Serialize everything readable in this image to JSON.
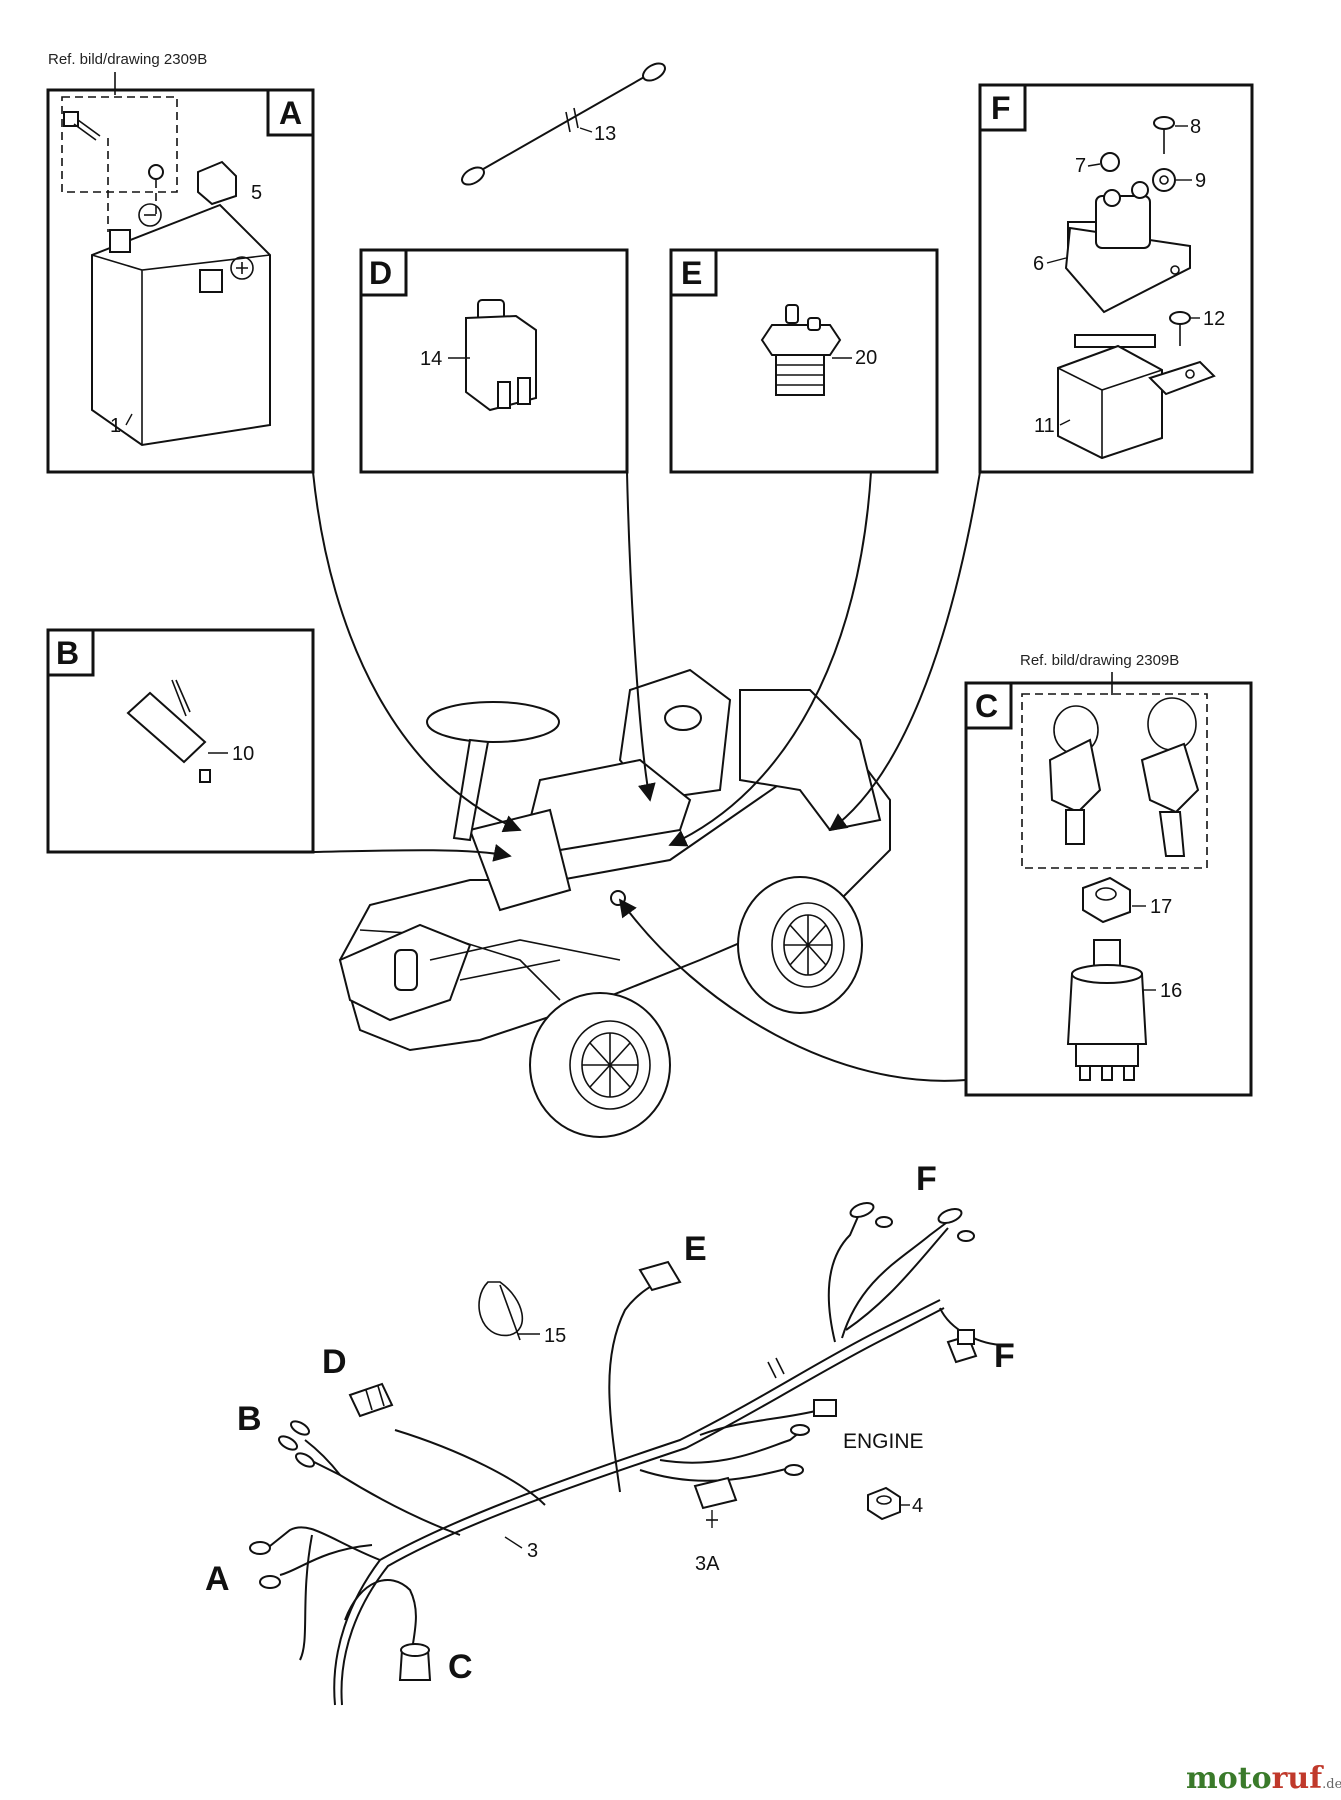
{
  "references": {
    "top_left": "Ref. bild/drawing 2309B",
    "right": "Ref. bild/drawing 2309B"
  },
  "panels": {
    "A": "A",
    "B": "B",
    "C": "C",
    "D": "D",
    "E": "E",
    "F": "F"
  },
  "part_numbers": {
    "p1": "1",
    "p5": "5",
    "p13": "13",
    "p14": "14",
    "p20": "20",
    "p7": "7",
    "p8": "8",
    "p9": "9",
    "p6": "6",
    "p12": "12",
    "p11": "11",
    "p10": "10",
    "p17": "17",
    "p16": "16",
    "p15": "15",
    "p3": "3",
    "p3a": "3A",
    "p4": "4"
  },
  "harness_labels": {
    "A": "A",
    "B": "B",
    "C": "C",
    "D": "D",
    "E": "E",
    "F_top": "F",
    "F_side": "F",
    "engine": "ENGINE"
  },
  "watermark": {
    "brand": "motoruf",
    "suffix": ".de",
    "colors": {
      "moto": "#3a7a2a",
      "ruf": "#c0392b",
      "suffix": "#666666"
    }
  }
}
